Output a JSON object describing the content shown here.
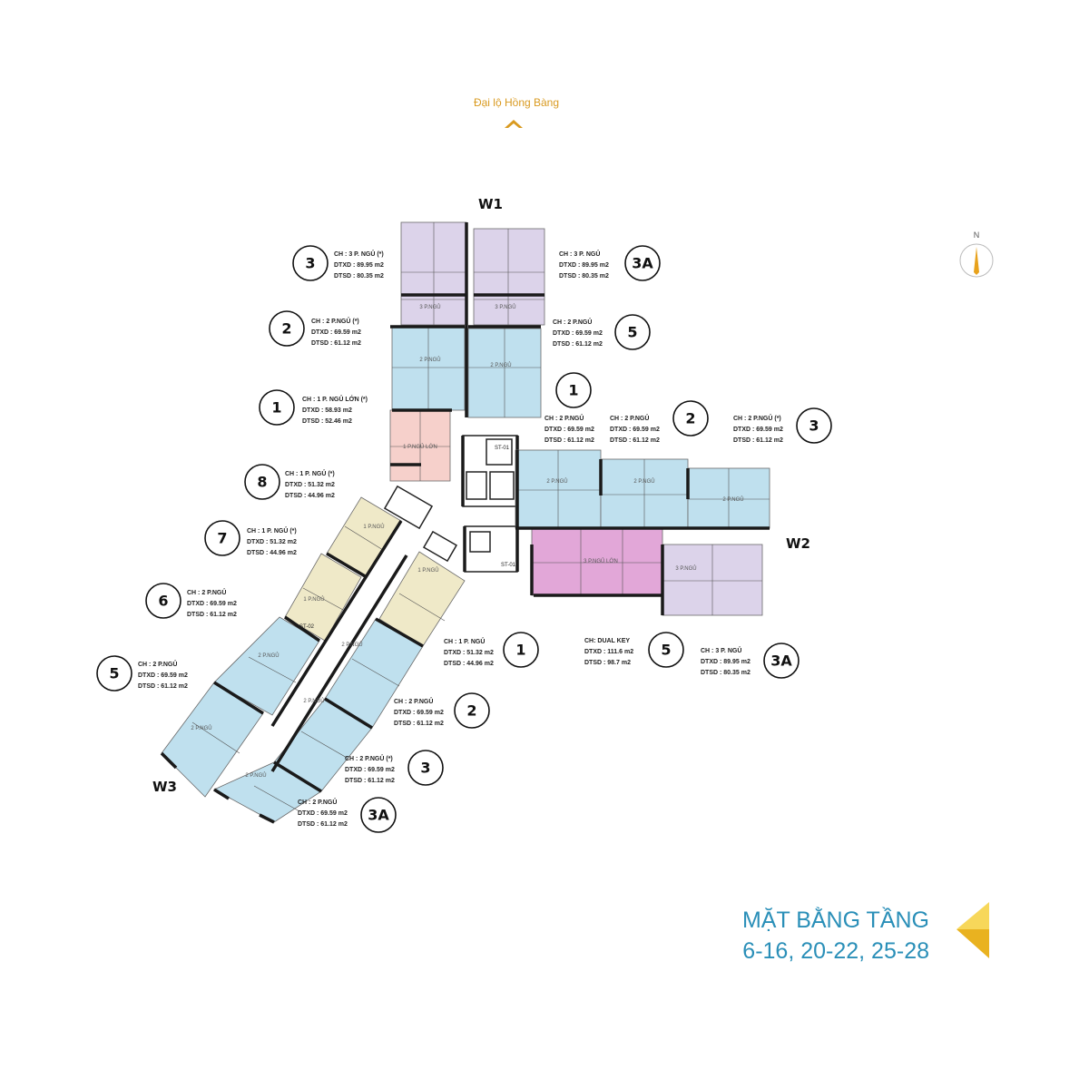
{
  "road": {
    "label": "Đại lộ Hồng Bàng"
  },
  "compass": {
    "north_label": "N"
  },
  "title": {
    "line1": "MẶT BẰNG TẦNG",
    "line2": "6-16, 20-22,  25-28"
  },
  "wings": {
    "w1": "W1",
    "w2": "W2",
    "w3": "W3"
  },
  "stairs": {
    "st01": "ST-01",
    "st02": "ST-02",
    "st03": "ST-01"
  },
  "colors": {
    "three_bed": "#dcd3ea",
    "two_bed": "#bfe0ee",
    "one_bed_large": "#f6d0cb",
    "one_bed": "#efe9c8",
    "dual_key": "#e2a7d8",
    "accent": "#f2c42c",
    "title_blue": "#2a8fb8"
  },
  "room_labels": {
    "three_bed": "3 P.NGỦ",
    "two_bed": "2 P.NGỦ",
    "one_bed_large": "1 P.NGỦ LỚN",
    "one_bed": "1 P.NGỦ",
    "dual_key": "3 P.NGỦ LỚN"
  },
  "units": {
    "w1_3": {
      "number": "3",
      "ch": "CH : 3 P. NGỦ (*)",
      "dtxd": "DTXD : 89.95 m2",
      "dtsd": "DTSD : 80.35 m2"
    },
    "w1_3a": {
      "number": "3A",
      "ch": "CH : 3 P. NGỦ",
      "dtxd": "DTXD : 89.95 m2",
      "dtsd": "DTSD : 80.35 m2"
    },
    "w1_2": {
      "number": "2",
      "ch": "CH : 2 P.NGỦ (*)",
      "dtxd": "DTXD : 69.59 m2",
      "dtsd": "DTSD : 61.12 m2"
    },
    "w1_5": {
      "number": "5",
      "ch": "CH : 2 P.NGỦ",
      "dtxd": "DTXD : 69.59 m2",
      "dtsd": "DTSD : 61.12 m2"
    },
    "w1_1": {
      "number": "1",
      "ch": "CH : 1 P. NGỦ LỚN (*)",
      "dtxd": "DTXD : 58.93 m2",
      "dtsd": "DTSD : 52.46 m2"
    },
    "w2_1": {
      "number": "1",
      "ch": "CH : 2 P.NGỦ",
      "dtxd": "DTXD : 69.59 m2",
      "dtsd": "DTSD : 61.12 m2"
    },
    "w2_2": {
      "number": "2",
      "ch": "CH : 2 P.NGỦ",
      "dtxd": "DTXD : 69.59 m2",
      "dtsd": "DTSD : 61.12 m2"
    },
    "w2_3": {
      "number": "3",
      "ch": "CH : 2 P.NGỦ (*)",
      "dtxd": "DTXD : 69.59 m2",
      "dtsd": "DTSD : 61.12 m2"
    },
    "w2_5": {
      "number": "5",
      "ch": "CH: DUAL KEY",
      "dtxd": "DTXD : 111.6 m2",
      "dtsd": "DTSD : 98.7 m2"
    },
    "w2_3a": {
      "number": "3A",
      "ch": "CH : 3 P. NGỦ",
      "dtxd": "DTXD : 89.95 m2",
      "dtsd": "DTSD : 80.35 m2"
    },
    "w3_8": {
      "number": "8",
      "ch": "CH : 1 P. NGỦ (*)",
      "dtxd": "DTXD : 51.32 m2",
      "dtsd": "DTSD : 44.96 m2"
    },
    "w3_7": {
      "number": "7",
      "ch": "CH : 1 P. NGỦ (*)",
      "dtxd": "DTXD : 51.32 m2",
      "dtsd": "DTSD : 44.96 m2"
    },
    "w3_6": {
      "number": "6",
      "ch": "CH : 2 P.NGỦ",
      "dtxd": "DTXD : 69.59 m2",
      "dtsd": "DTSD : 61.12 m2"
    },
    "w3_5": {
      "number": "5",
      "ch": "CH : 2 P.NGỦ",
      "dtxd": "DTXD : 69.59 m2",
      "dtsd": "DTSD : 61.12 m2"
    },
    "w3_1": {
      "number": "1",
      "ch": "CH : 1 P. NGỦ",
      "dtxd": "DTXD : 51.32 m2",
      "dtsd": "DTSD : 44.96 m2"
    },
    "w3_2": {
      "number": "2",
      "ch": "CH : 2 P.NGỦ",
      "dtxd": "DTXD : 69.59 m2",
      "dtsd": "DTSD : 61.12 m2"
    },
    "w3_3": {
      "number": "3",
      "ch": "CH : 2 P.NGỦ (*)",
      "dtxd": "DTXD : 69.59 m2",
      "dtsd": "DTSD : 61.12 m2"
    },
    "w3_3a": {
      "number": "3A",
      "ch": "CH : 2 P.NGỦ",
      "dtxd": "DTXD : 69.59 m2",
      "dtsd": "DTSD : 61.12 m2"
    }
  }
}
